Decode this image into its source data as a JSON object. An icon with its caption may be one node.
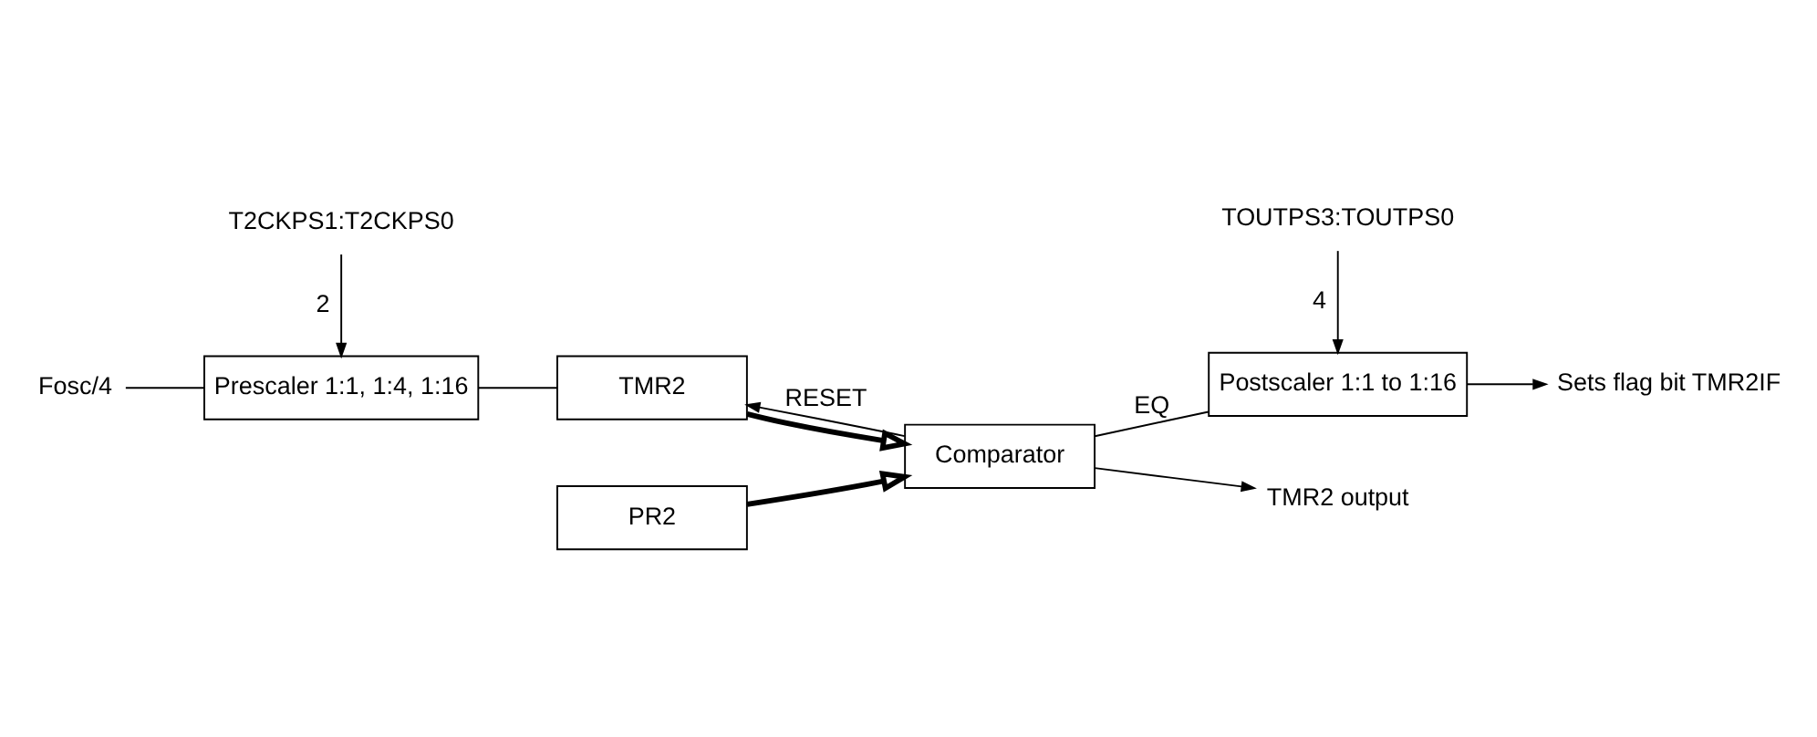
{
  "diagram": {
    "nodes": [
      {
        "text": [
          "Fosc/4"
        ]
      },
      {
        "text": [
          "Prescaler 1:1, 1:4, 1:16"
        ]
      },
      {
        "text": [
          "TMR2"
        ]
      },
      {
        "text": [
          "Comparator"
        ]
      },
      {
        "text": [
          "PR2"
        ]
      },
      {
        "text": [
          "Postscaler 1:1 to 1:16"
        ]
      },
      {
        "text": [
          "T2CKPS1:T2CKPS0"
        ]
      },
      {
        "text": [
          "TOUTPS3:TOUTPS0"
        ]
      },
      {
        "text": [
          "TMR2 output"
        ]
      },
      {
        "text": [
          "Sets flag bit TMR2IF"
        ]
      }
    ],
    "edges": [
      {
        "from": 0,
        "to": 1,
        "arrow": "none"
      },
      {
        "from": 1,
        "to": 2,
        "arrow": "none"
      },
      {
        "from": 2,
        "to": 3,
        "arrow": "to",
        "style": "thick"
      },
      {
        "from": 4,
        "to": 3,
        "arrow": "to",
        "style": "thick"
      },
      {
        "from": 3,
        "to": 5,
        "arrow": "none",
        "label": "EQ"
      },
      {
        "from": 3,
        "to": 2,
        "arrow": "to",
        "label": "RESET"
      },
      {
        "from": 3,
        "to": 8,
        "arrow": "to"
      },
      {
        "from": 5,
        "to": 9,
        "arrow": "to"
      },
      {
        "from": 6,
        "to": 1,
        "arrow": "to",
        "label": "2"
      },
      {
        "from": 7,
        "to": 5,
        "arrow": "to",
        "label": "4"
      }
    ]
  }
}
